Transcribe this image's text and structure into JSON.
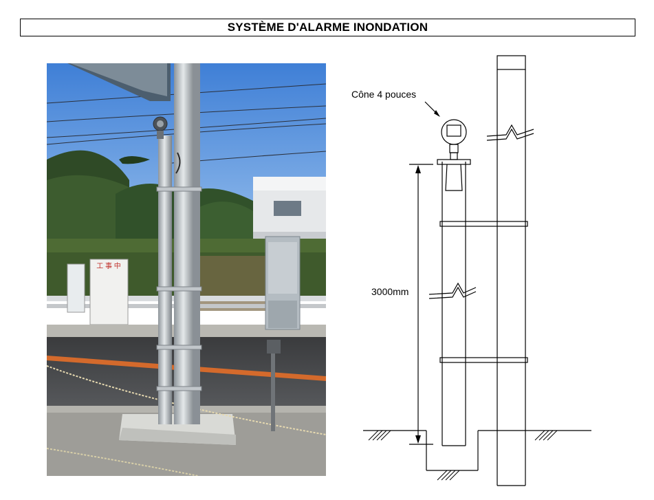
{
  "title": "SYSTÈME D'ALARME INONDATION",
  "photo": {
    "sign_text": "工 事 中"
  },
  "drawing": {
    "cone_label": "Cône 4 pouces",
    "height_label": "3000mm"
  }
}
